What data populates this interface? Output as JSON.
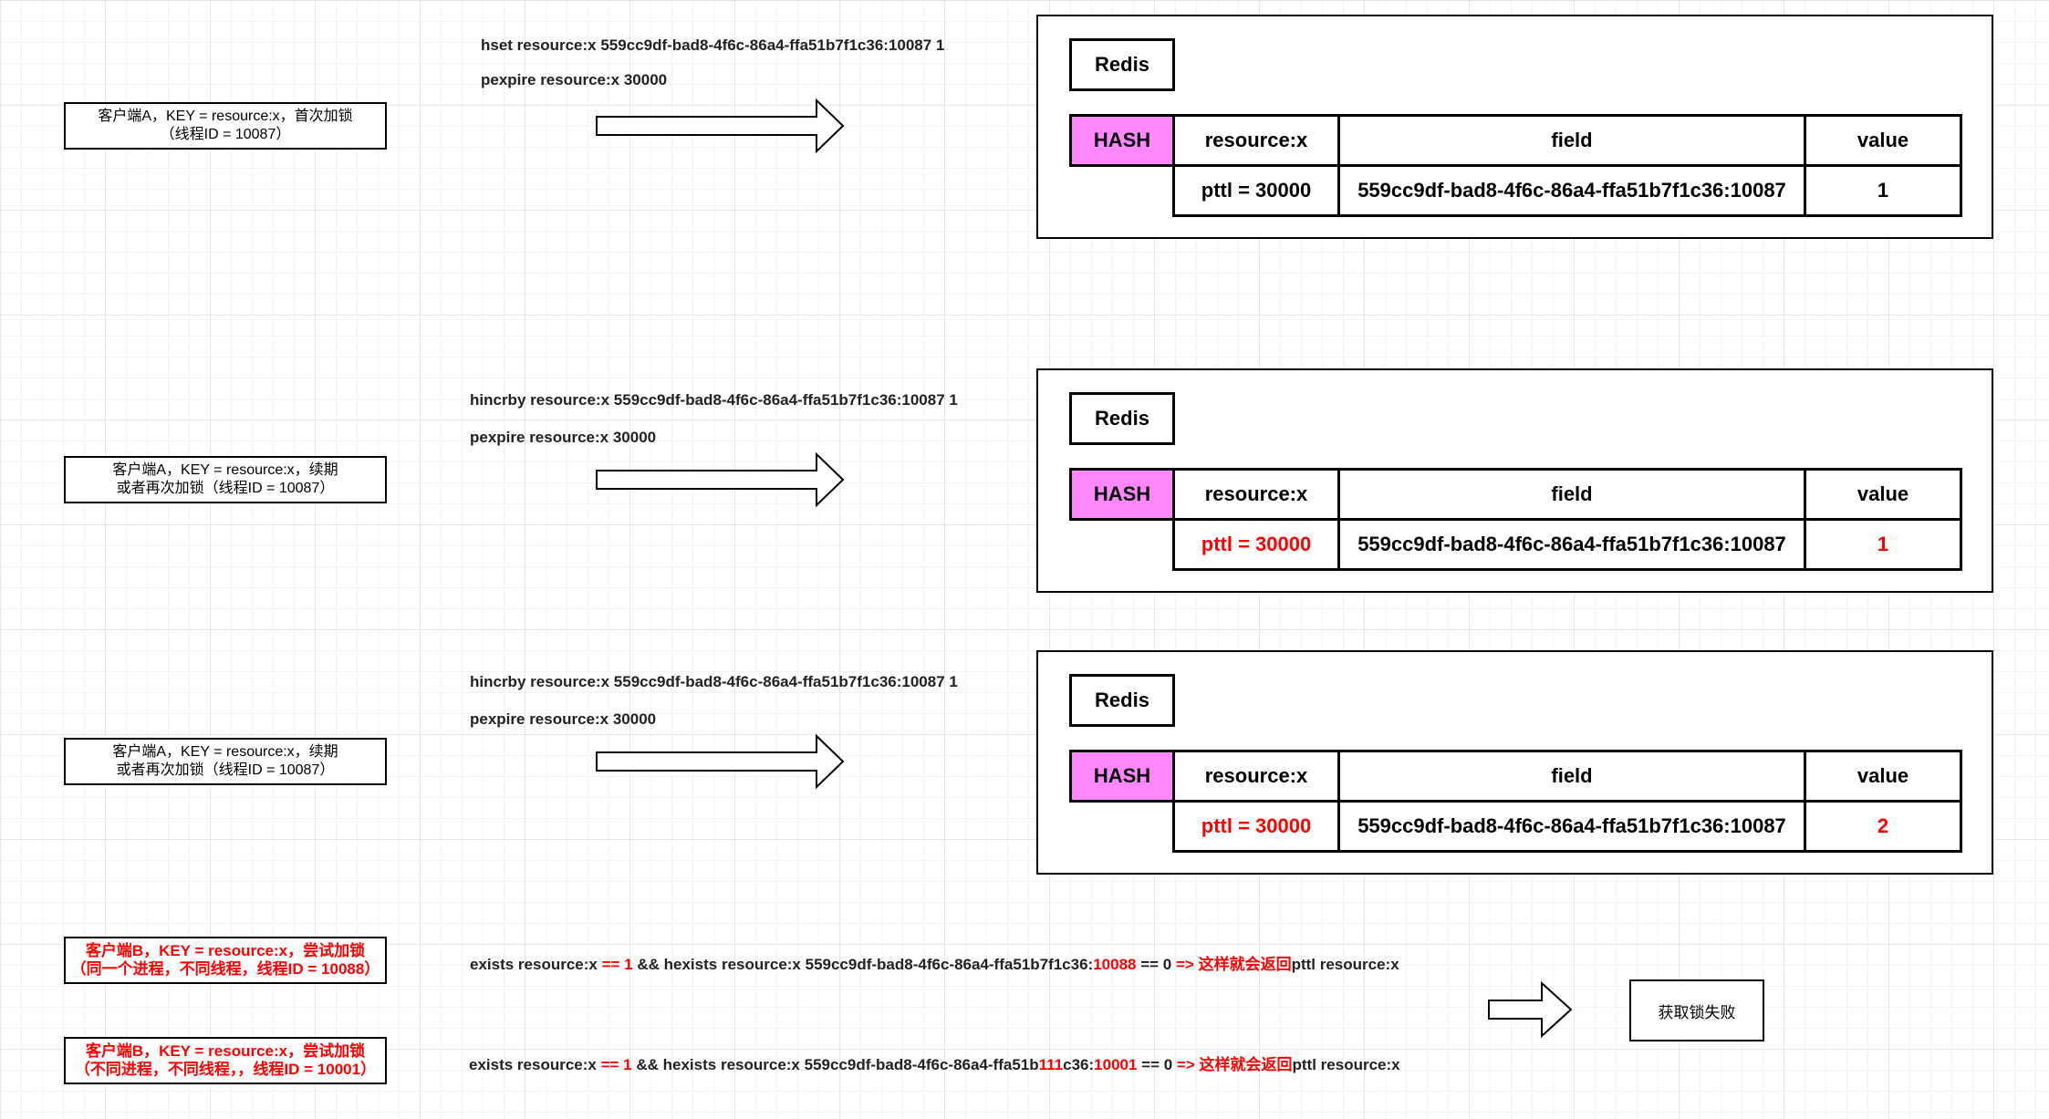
{
  "clients": [
    {
      "line1": "客户端A，KEY = resource:x，首次加锁",
      "line2": "（线程ID = 10087）"
    },
    {
      "line1": "客户端A，KEY = resource:x，续期",
      "line2": "或者再次加锁（线程ID = 10087）"
    },
    {
      "line1": "客户端A，KEY = resource:x，续期",
      "line2": "或者再次加锁（线程ID = 10087）"
    },
    {
      "line1": "客户端B，KEY = resource:x，尝试加锁",
      "line2": "（同一个进程，不同线程，线程ID = 10088）"
    },
    {
      "line1": "客户端B，KEY = resource:x，尝试加锁",
      "line2": "（不同进程，不同线程，，线程ID = 10001）"
    }
  ],
  "commands": [
    {
      "line1": "hset resource:x 559cc9df-bad8-4f6c-86a4-ffa51b7f1c36:10087 1",
      "line2": "pexpire resource:x 30000"
    },
    {
      "line1": "hincrby resource:x 559cc9df-bad8-4f6c-86a4-ffa51b7f1c36:10087 1",
      "line2": "pexpire resource:x 30000"
    },
    {
      "line1": "hincrby resource:x 559cc9df-bad8-4f6c-86a4-ffa51b7f1c36:10087 1",
      "line2": "pexpire resource:x 30000"
    }
  ],
  "panels": [
    {
      "redis": "Redis",
      "hash": "HASH",
      "key": "resource:x",
      "field_header": "field",
      "value_header": "value",
      "pttl": "pttl = 30000",
      "field": "559cc9df-bad8-4f6c-86a4-ffa51b7f1c36:10087",
      "value": "1"
    },
    {
      "redis": "Redis",
      "hash": "HASH",
      "key": "resource:x",
      "field_header": "field",
      "value_header": "value",
      "pttl": "pttl = 30000",
      "field": "559cc9df-bad8-4f6c-86a4-ffa51b7f1c36:10087",
      "value": "1"
    },
    {
      "redis": "Redis",
      "hash": "HASH",
      "key": "resource:x",
      "field_header": "field",
      "value_header": "value",
      "pttl": "pttl = 30000",
      "field": "559cc9df-bad8-4f6c-86a4-ffa51b7f1c36:10087",
      "value": "2"
    }
  ],
  "exists_lines": [
    {
      "a": "exists resource:x ",
      "b": "== 1",
      "c": " && hexists resource:x 559cc9df-bad8-4f6c-86a4-ffa51b7f1c36:",
      "d": "10088",
      "e": " == 0",
      "f": "   => 这样就会返回",
      "g": "pttl resource:x"
    },
    {
      "a": "exists resource:x ",
      "b": "== 1",
      "c": " && hexists resource:x 559cc9df-bad8-4f6c-86a4-ffa51b",
      "c2": "111",
      "c3": "c36:",
      "d": "10001",
      "e": " == 0",
      "f": "   => 这样就会返回",
      "g": "pttl resource:x"
    }
  ],
  "fail_label": "获取锁失败",
  "colors": {
    "hash_bg": "#ff88ff",
    "highlight": "#ff0000"
  }
}
